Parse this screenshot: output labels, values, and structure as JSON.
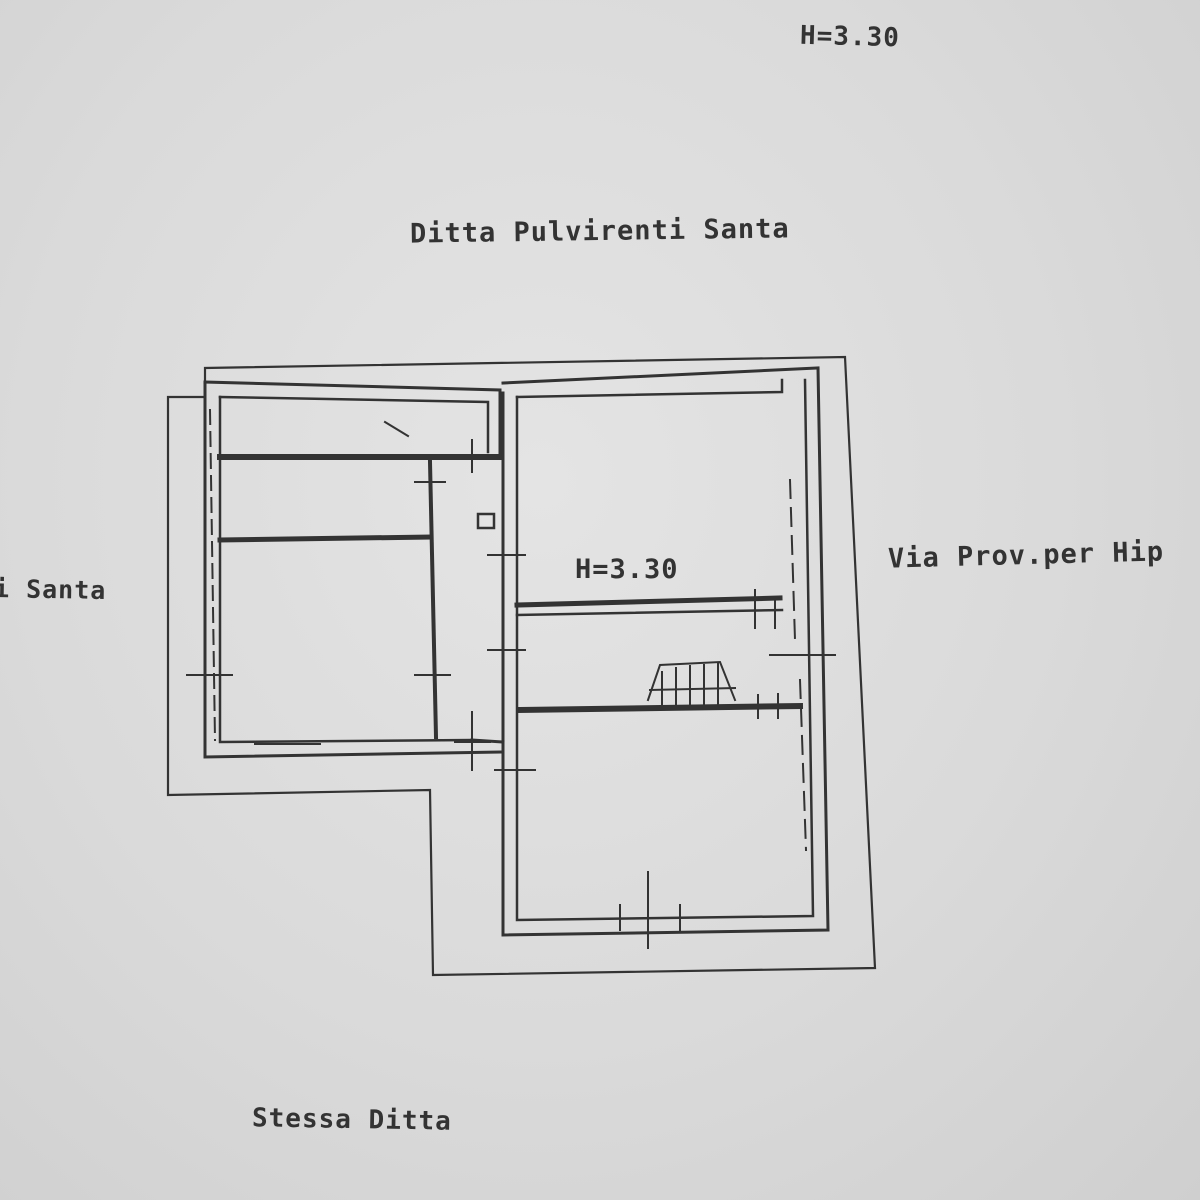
{
  "labels": {
    "height_top": "H=3.30",
    "neighbor_north": "Ditta Pulvirenti Santa",
    "neighbor_west": "i Santa",
    "road_east": "Via Prov.per Hip",
    "neighbor_south": "Stessa Ditta",
    "room_height": "H=3.30"
  }
}
